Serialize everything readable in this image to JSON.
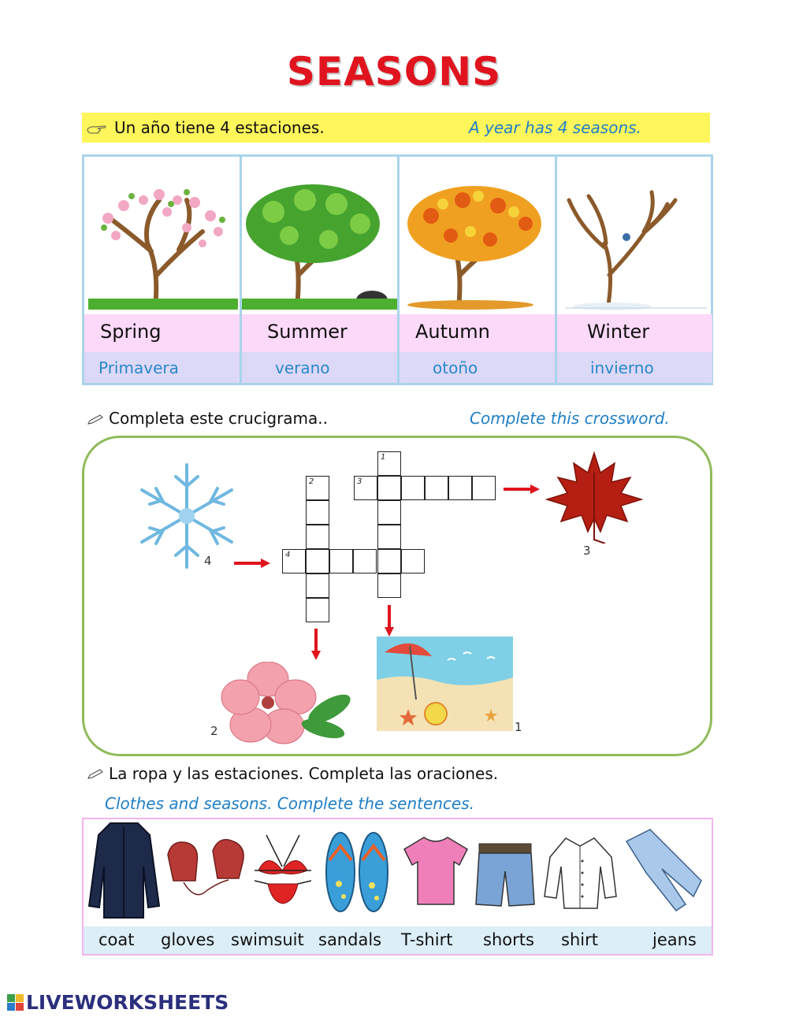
{
  "title": "SEASONS",
  "banner": {
    "spanish": "Un año tiene 4 estaciones.",
    "english": "A year has 4 seasons."
  },
  "seasons": [
    {
      "english": "Spring",
      "spanish": "Primavera"
    },
    {
      "english": "Summer",
      "spanish": "verano"
    },
    {
      "english": "Autumn",
      "spanish": "otoño"
    },
    {
      "english": "Winter",
      "spanish": "invierno"
    }
  ],
  "crossword": {
    "instruction_es": "Completa este crucigrama..",
    "instruction_en": "Complete this crossword.",
    "clue_numbers": [
      "1",
      "2",
      "3",
      "4"
    ],
    "picture_labels": {
      "snowflake": "4",
      "leaf": "3",
      "flower": "2",
      "beach": "1"
    }
  },
  "clothes": {
    "instruction_es": "La ropa y las estaciones. Completa las oraciones.",
    "instruction_en": "Clothes and seasons. Complete the sentences.",
    "items": [
      "coat",
      "gloves",
      "swimsuit",
      "sandals",
      "T-shirt",
      "shorts",
      "shirt",
      "jeans"
    ]
  },
  "footer": {
    "logo_text": "LIVEWORKSHEETS"
  },
  "colors": {
    "title": "#e0141e",
    "banner": "#fef65b",
    "english_blue": "#1f7fc6",
    "arrow": "#e0141e"
  }
}
